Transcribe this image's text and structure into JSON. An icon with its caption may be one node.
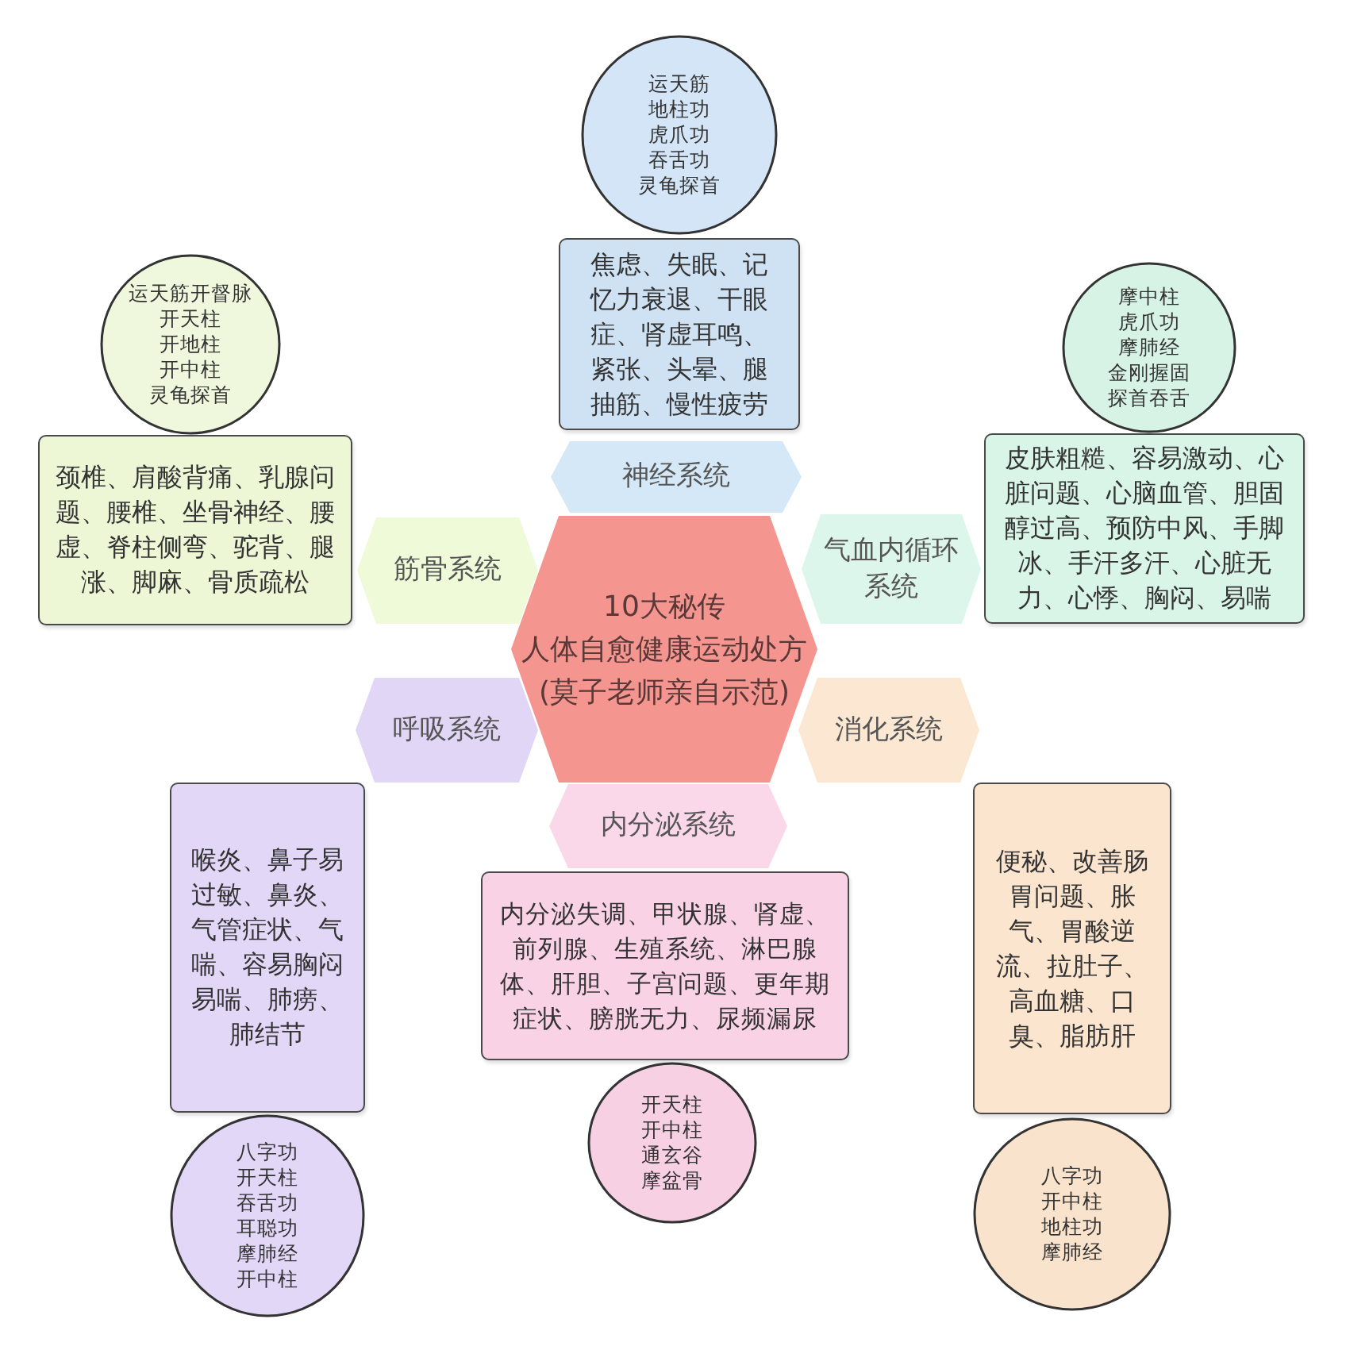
{
  "diagram": {
    "nodes": [
      {
        "text": [
          "运天筋",
          "地柱功",
          "虎爪功",
          "吞舌功",
          "灵龟探首"
        ]
      },
      {
        "text": [
          "运天筋开督脉",
          "开天柱",
          "开地柱",
          "开中柱",
          "灵龟探首"
        ]
      },
      {
        "text": [
          "摩中柱",
          "虎爪功",
          "摩肺经",
          "金刚握固",
          "探首吞舌"
        ]
      },
      {
        "text": [
          "焦虑、失眠、记忆力衰退、干眼症、肾虚耳鸣、紧张、头晕、腿抽筋、慢性疲劳"
        ]
      },
      {
        "text": [
          "颈椎、肩酸背痛、乳腺问题、腰椎、坐骨神经、腰虚、脊柱侧弯、驼背、腿涨、脚麻、骨质疏松"
        ]
      },
      {
        "text": [
          "皮肤粗糙、容易激动、心脏问题、心脑血管、胆固醇过高、预防中风、手脚冰、手汗多汗、心脏无力、心悸、胸闷、易喘"
        ]
      },
      {
        "text": [
          "神经系统"
        ]
      },
      {
        "text": [
          "筋骨系统"
        ]
      },
      {
        "text": [
          "气血内循环系统"
        ]
      },
      {
        "text": [
          "10大秘传",
          "人体自愈健康运动处方",
          "(莫子老师亲自示范)"
        ]
      },
      {
        "text": [
          "呼吸系统"
        ]
      },
      {
        "text": [
          "消化系统"
        ]
      },
      {
        "text": [
          "内分泌系统"
        ]
      },
      {
        "text": [
          "喉炎、鼻子易过敏、鼻炎、气管症状、气喘、容易胸闷易喘、肺痨、肺结节"
        ]
      },
      {
        "text": [
          "内分泌失调、甲状腺、肾虚、前列腺、生殖系统、淋巴腺体、肝胆、子宫问题、更年期症状、膀胱无力、尿频漏尿"
        ]
      },
      {
        "text": [
          "便秘、改善肠胃问题、胀气、胃酸逆流、拉肚子、高血糖、口臭、脂肪肝"
        ]
      },
      {
        "text": [
          "开天柱",
          "开中柱",
          "通玄谷",
          "摩盆骨"
        ]
      },
      {
        "text": [
          "八字功",
          "开天柱",
          "吞舌功",
          "耳聪功",
          "摩肺经",
          "开中柱"
        ]
      },
      {
        "text": [
          "八字功",
          "开中柱",
          "地柱功",
          "摩肺经"
        ]
      }
    ]
  }
}
